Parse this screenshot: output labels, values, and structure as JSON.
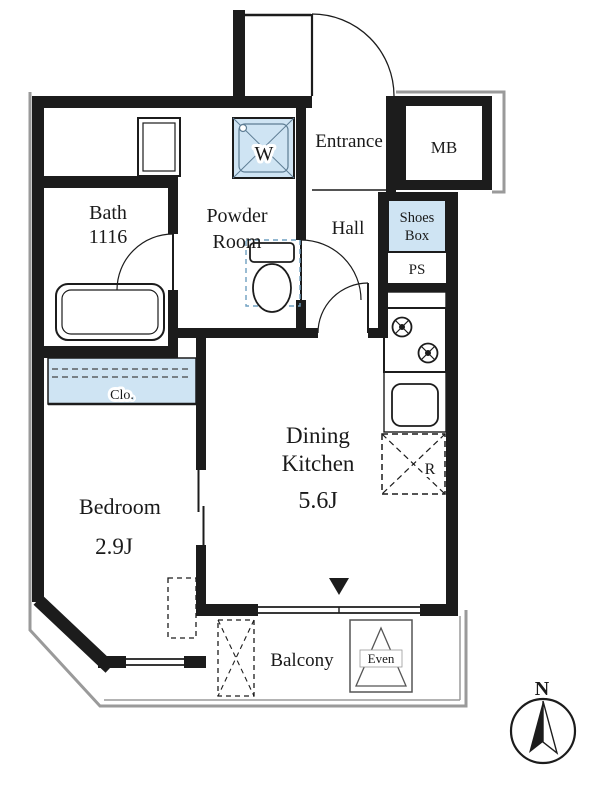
{
  "title": "Apartment floor plan 1DK",
  "colors": {
    "wall": "#1c1c1c",
    "exterior_outline": "#9a9a9a",
    "fixture_blue": "#cfe4f3",
    "blue_line": "#6f9fc0"
  },
  "rooms": {
    "entrance": {
      "label": "Entrance"
    },
    "mb": {
      "label": "MB"
    },
    "hall": {
      "label": "Hall"
    },
    "shoes_box": {
      "label_line1": "Shoes",
      "label_line2": "Box"
    },
    "ps": {
      "label": "PS"
    },
    "bath": {
      "label": "Bath",
      "size": "1116"
    },
    "powder_room": {
      "label_line1": "Powder",
      "label_line2": "Room"
    },
    "washer": {
      "label": "W"
    },
    "dining_kitchen": {
      "label_line1": "Dining",
      "label_line2": "Kitchen",
      "size": "5.6J"
    },
    "bedroom": {
      "label": "Bedroom",
      "size": "2.9J"
    },
    "closet": {
      "label": "Clo."
    },
    "balcony": {
      "label": "Balcony"
    },
    "evacuation_hatch": {
      "label": "Even"
    },
    "refrigerator": {
      "label": "R"
    },
    "compass": {
      "label": "N"
    }
  },
  "icons": {
    "entry_marker": "black down triangle",
    "stove": "two gas burners",
    "sink": "rounded basin",
    "bathtub": "rounded tub",
    "toilet": "tank and bowl",
    "compass_needle": "north arrow"
  }
}
